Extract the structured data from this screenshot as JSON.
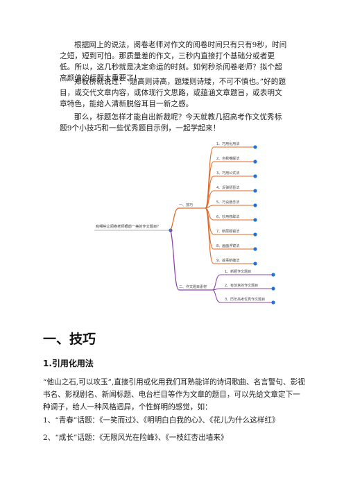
{
  "intro": {
    "p1": "根据网上的说法，阅卷老师对作文的阅卷时间只有只有9秒，时间之短，短到可怕。那质量差的作文，三秒内直接打个基础分或者更低。所以，这几秒就是决定命运的时刻。如何秒杀阅卷老师？拟个超高颜值的标题太重要了！",
    "p2": "郑板桥就说过：“题高则诗高，题矮则诗矮，不可不慎也。”好的题目，或交代文章内容，或体现行文思路，或蕴涵文章题旨，或表明文章特色，能给人清新脱俗耳目一新之感。",
    "p3": "那么，标题怎样才能自出新裁呢？今天就教几招高考作文优秀标题9个小技巧和一些优秀题目示例，一起学起来！"
  },
  "mindmap": {
    "root": "有哪些让阅卷老师眼前一亮的作文题目？",
    "branch1": "一、技巧",
    "branch1_items": [
      "1、巧用化用法",
      "2、自我嘲解法",
      "3、巧用公式法",
      "4、反弹琵琶法",
      "5、巧设悬念法",
      "6、妙用修辞法",
      "7、断层截镜法",
      "8、画面浮镜法",
      "9、故事新编法"
    ],
    "branch2": "二、作文题目素材",
    "branch2_items": [
      "1、新颖作文题目",
      "2、有创意的作文题目",
      "3、历年高考优秀作文题目"
    ],
    "colors": {
      "branch1": "#e06a2b",
      "branch2": "#8e44ad",
      "node": "#1e73d8"
    }
  },
  "section": {
    "heading": "一、技巧",
    "subheading": "1.引用化用法",
    "p4": "“他山之石,可以攻玉”,直接引用或化用我们耳熟能详的诗词歌曲、名言警句、影视书名、影视剧名、新闻标题、电台栏目等作为文章的题目，可以先给文章定下一种调子，给人一种风格迥异，个性鲜明的感觉，如：",
    "list": [
      "1、“青春”话题：《一笑而过》、《明明白白我的心》、《花儿为什么这样红》",
      "2、“成长”话题：《无限风光在险峰》、《一枝红杏出墙来》"
    ]
  }
}
